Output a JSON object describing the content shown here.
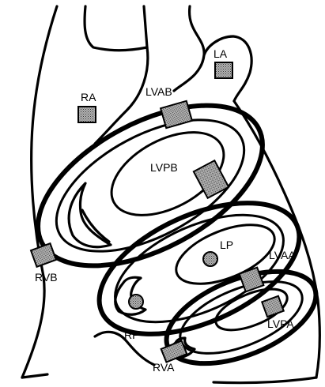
{
  "labels": {
    "ra": "RA",
    "la": "LA",
    "lvab": "LVAB",
    "lvpb": "LVPB",
    "lp": "LP",
    "lvaa": "LVAA",
    "rvb": "RVB",
    "rp": "RP",
    "lvpa": "LVPA",
    "rva": "RVA"
  },
  "colors": {
    "line": "#000000",
    "background": "#ffffff",
    "marker_fill": "stippled grey"
  }
}
